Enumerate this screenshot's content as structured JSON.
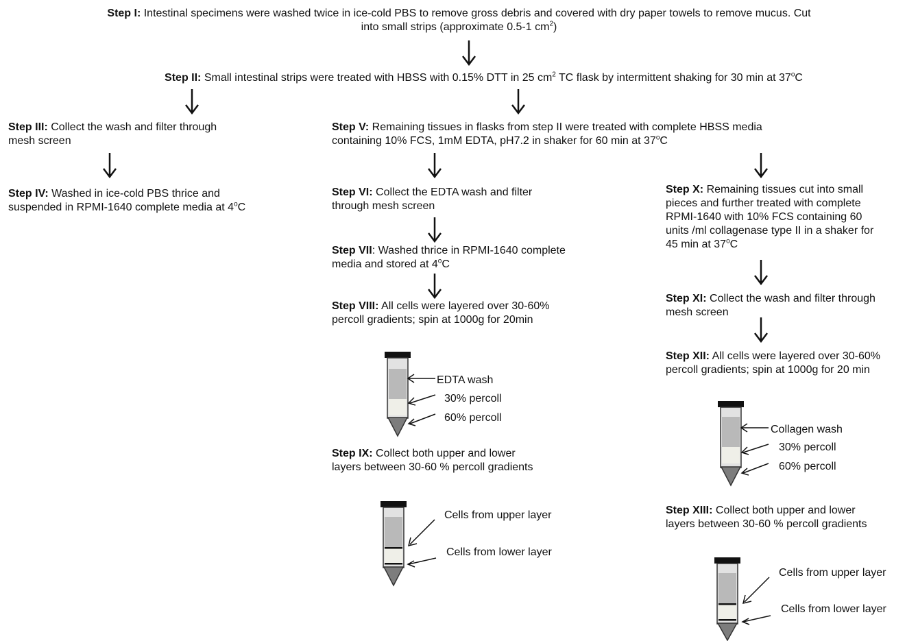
{
  "steps": {
    "s1": {
      "label": "Step I:",
      "text": " Intestinal specimens were washed twice in ice-cold PBS to  remove  gross debris and  covered with dry paper towels to remove mucus. Cut",
      "text2": "into small strips  (approximate 0.5-1 cm",
      "sup": "2",
      "text3": ")"
    },
    "s2": {
      "label": "Step II:",
      "text": " Small intestinal strips were treated with HBSS with 0.15% DTT in 25 cm",
      "sup": "2",
      "text2": " TC flask by intermittent shaking for 30 min at 37",
      "sup2": "o",
      "text3": "C"
    },
    "s3": {
      "label": "Step III:",
      "text": " Collect the wash  and filter through",
      "text2": "mesh screen"
    },
    "s4": {
      "label": "Step IV:",
      "text": " Washed  in ice-cold PBS thrice  and",
      "text2": "suspended in  RPMI-1640 complete media at 4",
      "sup": "o",
      "text3": "C"
    },
    "s5": {
      "label": "Step V:",
      "text": " Remaining  tissues in flasks from step II were treated with  complete HBSS media",
      "text2": "containing 10% FCS, 1mM EDTA, pH7.2 in shaker for 60 min at 37",
      "sup": "o",
      "text3": "C"
    },
    "s6": {
      "label": "Step VI:",
      "text": "  Collect the EDTA wash  and filter",
      "text2": "through mesh screen"
    },
    "s7": {
      "label": "Step VII",
      "text": ": Washed  thrice  in RPMI-1640 complete",
      "text2": "media and stored at 4",
      "sup": "o",
      "text3": "C"
    },
    "s8": {
      "label": "Step VIII:",
      "text": " All cells were layered over 30-60%",
      "text2": "percoll gradients; spin at 1000g for 20min"
    },
    "s9": {
      "label": "Step IX:",
      "text": " Collect  both upper and lower",
      "text2": "layers between 30-60 % percoll gradients"
    },
    "s10": {
      "label": "Step X:",
      "text": " Remaining  tissues cut into small",
      "text2": "pieces and further treated with complete",
      "text3": "RPMI-1640 with 10% FCS containing 60",
      "text4": "units /ml  collagenase type II in a shaker  for",
      "text5": "45 min at 37",
      "sup": "o",
      "text6": "C"
    },
    "s11": {
      "label": "Step XI:",
      "text": " Collect  the  wash  and filter through",
      "text2": "mesh screen"
    },
    "s12": {
      "label": "Step XII:",
      "text": " All cells were layered over 30-60%",
      "text2": "percoll gradients; spin at 1000g for 20 min"
    },
    "s13": {
      "label": "Step XIII:",
      "text": " Collect  both upper and lower",
      "text2": "layers between 30-60 % percoll gradients"
    }
  },
  "tubes": {
    "edta": {
      "top": "EDTA  wash",
      "mid": "30% percoll",
      "bot": "60% percoll"
    },
    "collagen": {
      "top": "Collagen  wash",
      "mid": "30% percoll",
      "bot": "60% percoll"
    },
    "cells1": {
      "upper": "Cells from upper layer",
      "lower": "Cells from lower layer"
    },
    "cells2": {
      "upper": "Cells from upper layer",
      "lower": "Cells from lower layer"
    }
  },
  "colors": {
    "cap": "#111111",
    "wash": "#b9b9b9",
    "light": "#efefe8",
    "dark": "#7d7d7d",
    "tube": "#d8d8d8"
  }
}
